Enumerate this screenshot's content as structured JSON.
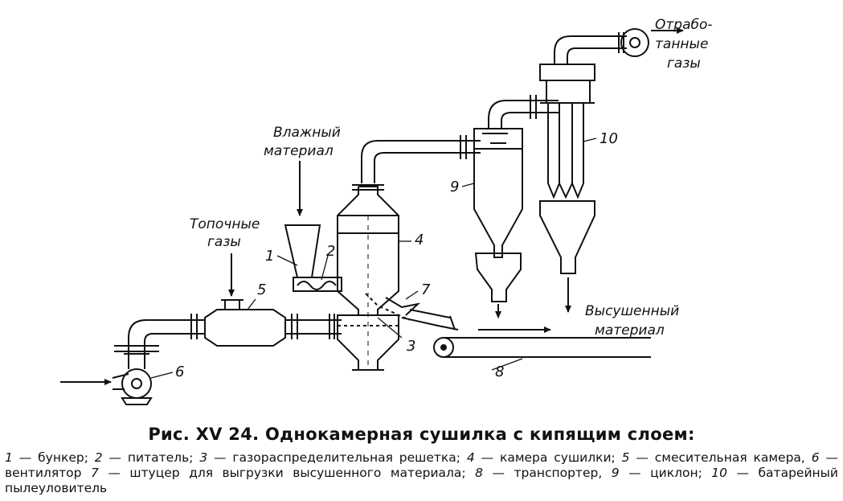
{
  "labels": {
    "wet_material": [
      "Влажный",
      "материал"
    ],
    "furnace_gases": [
      "Топочные",
      "газы"
    ],
    "exhaust_gases": [
      "Отрабо-",
      "танные",
      "газы"
    ],
    "dried_material": [
      "Высушенный",
      "материал"
    ]
  },
  "numbers": [
    "1",
    "2",
    "3",
    "4",
    "5",
    "6",
    "7",
    "8",
    "9",
    "10"
  ],
  "caption": {
    "title": "Рис. XV 24. Однокамерная сушилка с кипящим слоем:",
    "legend": [
      {
        "n": "1",
        "t": "бункер;"
      },
      {
        "n": "2",
        "t": "питатель;"
      },
      {
        "n": "3",
        "t": "газораспределительная решетка;"
      },
      {
        "n": "4",
        "t": "камера сушилки;"
      },
      {
        "n": "5",
        "t": "смесительная камера,"
      },
      {
        "n": "6",
        "t": "вентилятор"
      },
      {
        "n": "7",
        "t": "штуцер для выгрузки высушенного материала;"
      },
      {
        "n": "8",
        "t": "транспортер,"
      },
      {
        "n": "9",
        "t": "циклон;"
      },
      {
        "n": "10",
        "t": "батарейный пылеуловитель"
      }
    ]
  }
}
